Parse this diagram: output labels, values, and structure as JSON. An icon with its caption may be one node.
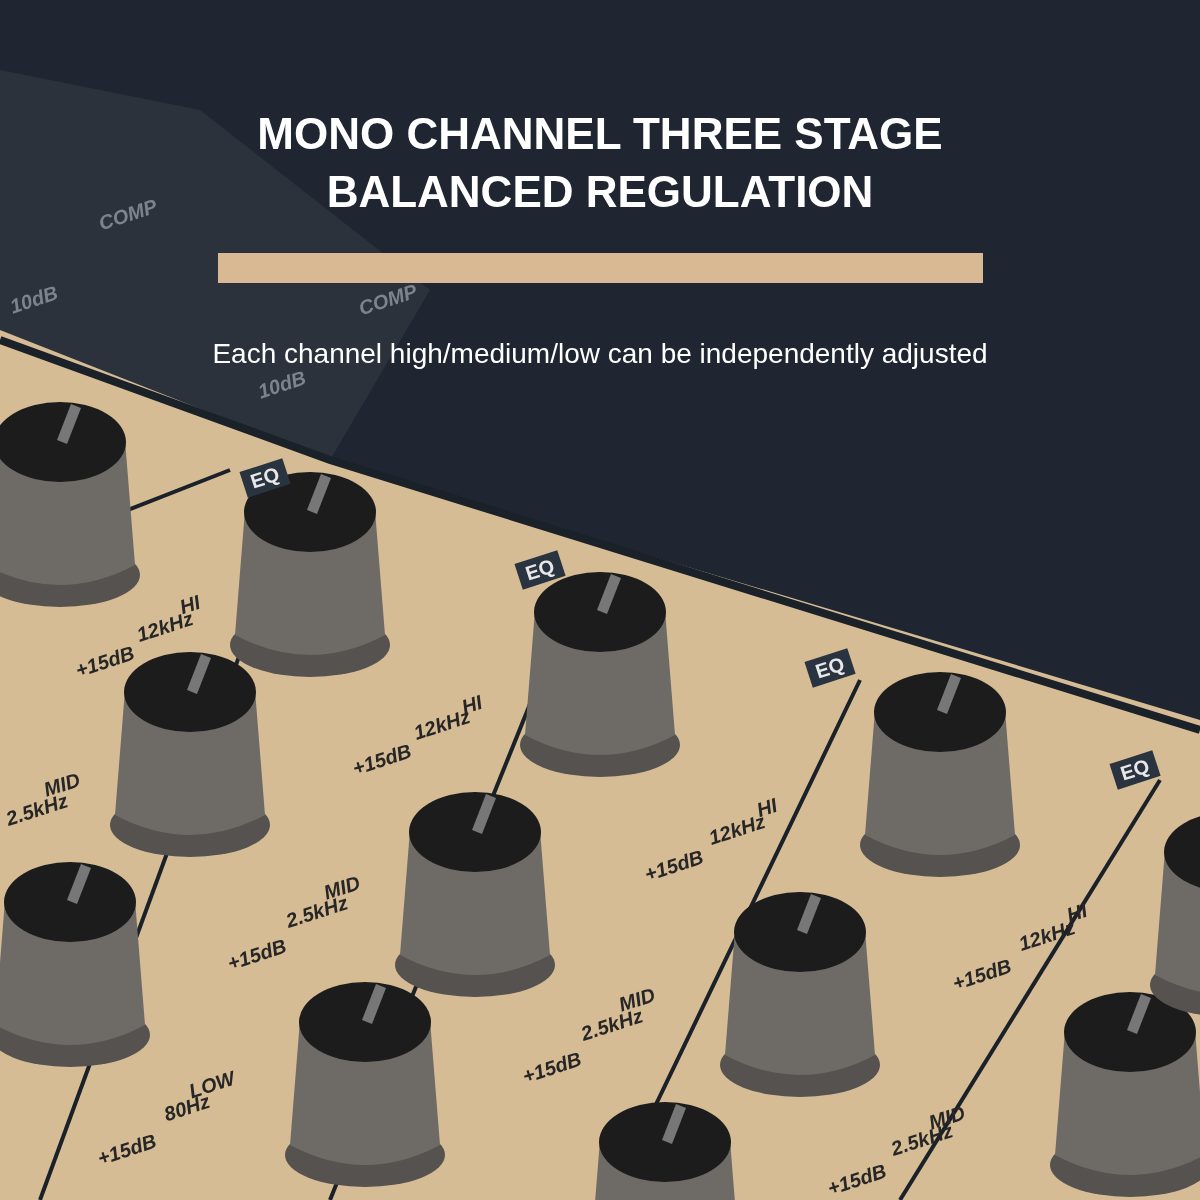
{
  "diagram": {
    "title": "MONO CHANNEL THREE STAGE BALANCED REGULATION",
    "labels": [
      "Each channel high/medium/low can be independently adjusted",
      "COMP",
      "10dB",
      "COMP",
      "10dB",
      "EQ",
      "EQ",
      "HI",
      "12kHz",
      "+15dB",
      "EQ",
      "HI",
      "12kHz",
      "+15dB",
      "EQ",
      "MID",
      "2.5kHz",
      "HI",
      "12kHz",
      "+15dB",
      "MID",
      "2.5kHz",
      "+15dB",
      "HI",
      "12kHz",
      "+15dB",
      "MID",
      "2.5kHz",
      "+15dB",
      "LOW",
      "80Hz",
      "+15dB",
      "MID",
      "2.5kHz",
      "+15dB"
    ]
  }
}
